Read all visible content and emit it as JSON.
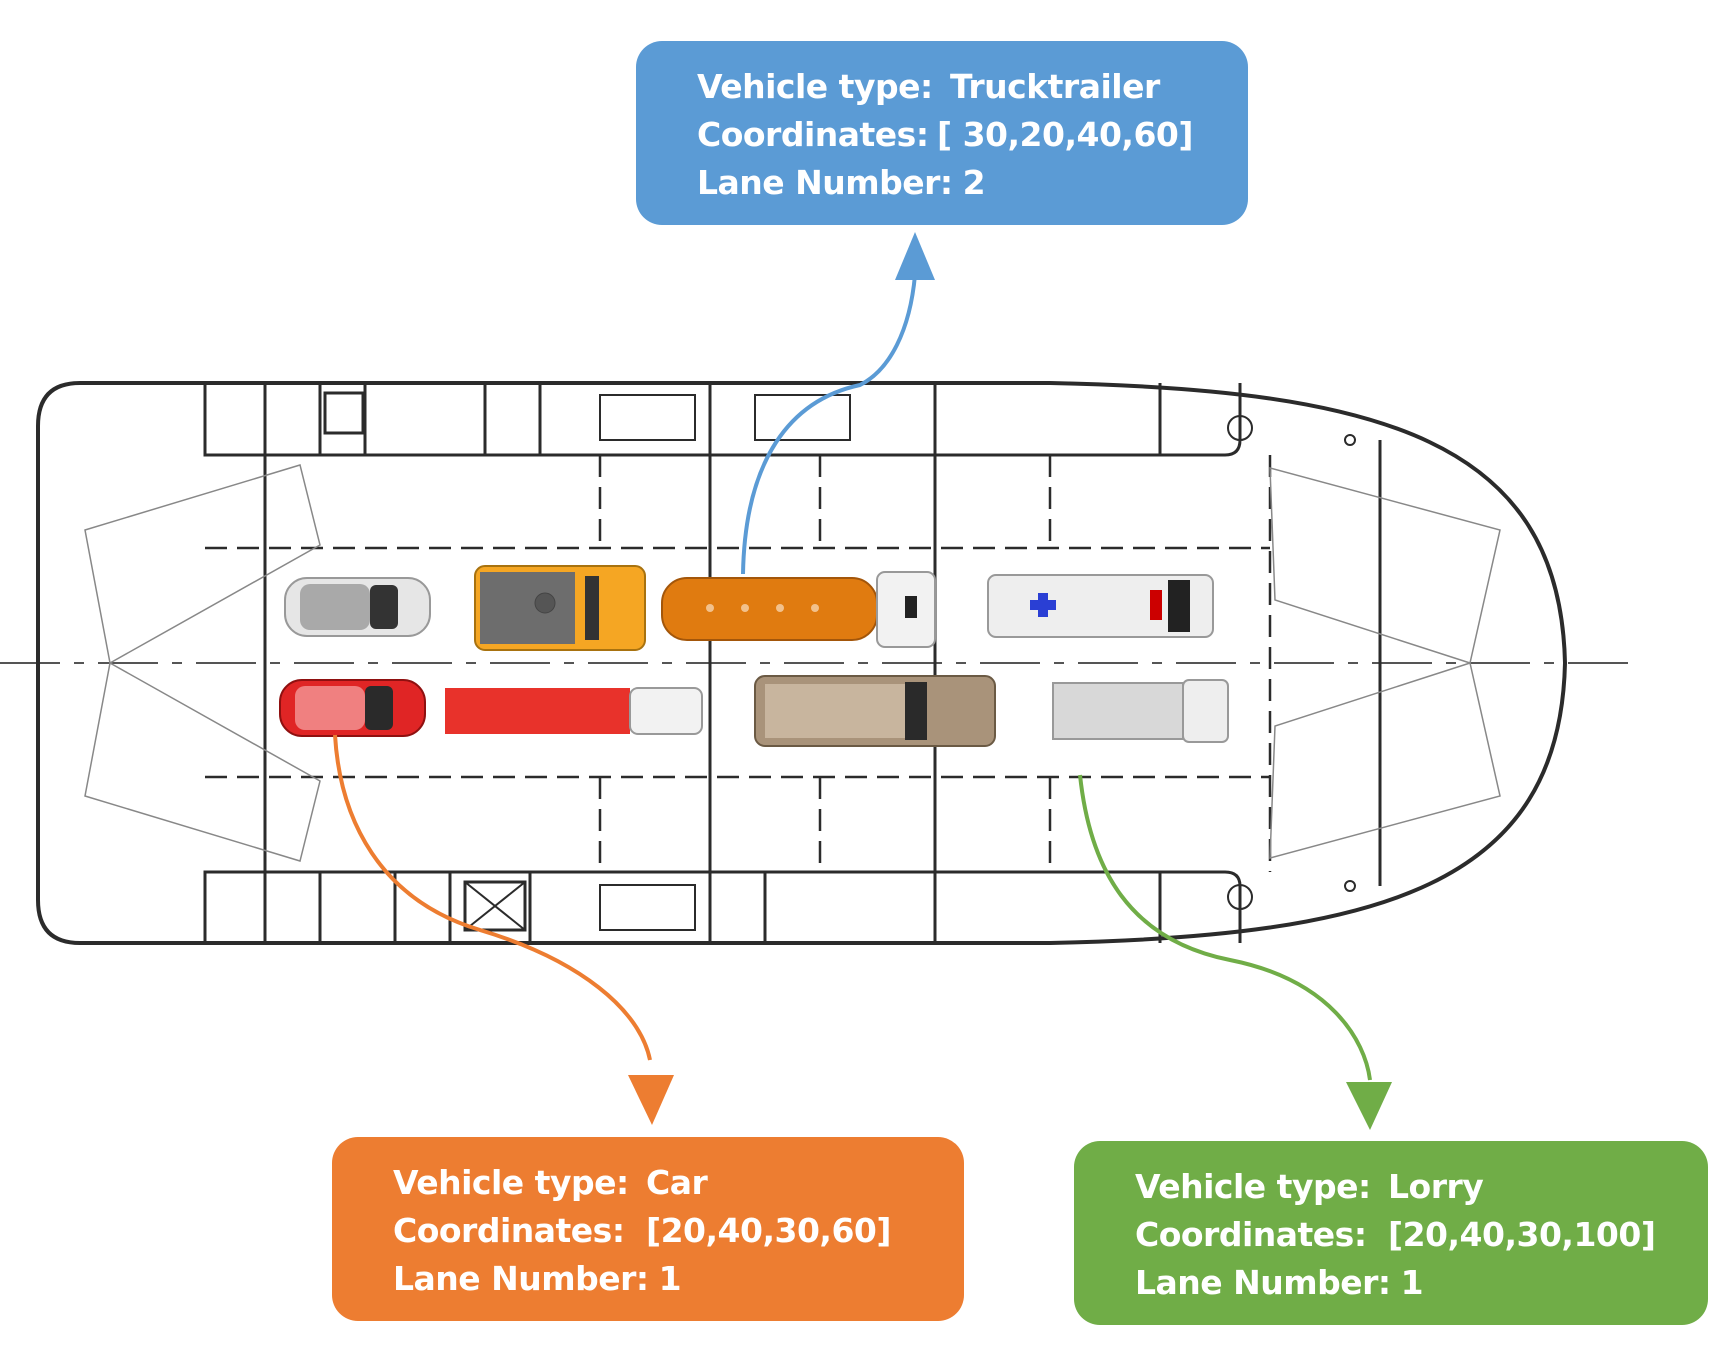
{
  "colors": {
    "blue": "#5b9bd5",
    "orange": "#ed7d31",
    "green": "#70ad47",
    "hull_line": "#2b2b2b"
  },
  "callouts": {
    "top": {
      "vehicle_type_label": "Vehicle type:",
      "vehicle_type": "Trucktrailer",
      "coordinates_label": "Coordinates:",
      "coordinates": "[ 30,20,40,60]",
      "lane_label": "Lane Number:",
      "lane": "2"
    },
    "left": {
      "vehicle_type_label": "Vehicle type:",
      "vehicle_type": "Car",
      "coordinates_label": "Coordinates:",
      "coordinates": "[20,40,30,60]",
      "lane_label": "Lane Number:",
      "lane": "1"
    },
    "right": {
      "vehicle_type_label": "Vehicle type:",
      "vehicle_type": "Lorry",
      "coordinates_label": "Coordinates:",
      "coordinates": "[20,40,30,100]",
      "lane_label": "Lane Number:",
      "lane": "1"
    }
  },
  "vehicles": [
    {
      "name": "car-white",
      "icon": "car-icon",
      "lane": 2
    },
    {
      "name": "pickup-yellow",
      "icon": "pickup-truck-icon",
      "lane": 2
    },
    {
      "name": "tanker-orange",
      "icon": "truck-trailer-icon",
      "lane": 2
    },
    {
      "name": "ambulance",
      "icon": "ambulance-icon",
      "lane": 2
    },
    {
      "name": "car-red",
      "icon": "car-icon",
      "lane": 1
    },
    {
      "name": "truck-red",
      "icon": "truck-icon",
      "lane": 1
    },
    {
      "name": "suv-brown",
      "icon": "suv-icon",
      "lane": 1
    },
    {
      "name": "lorry-grey",
      "icon": "lorry-icon",
      "lane": 1
    }
  ]
}
